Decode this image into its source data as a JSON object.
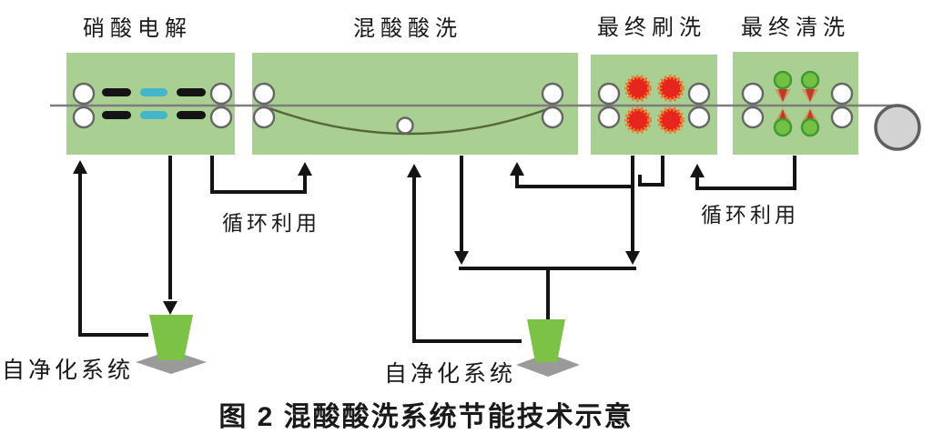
{
  "figure": {
    "caption": "图 2  混酸酸洗系统节能技术示意"
  },
  "stages": [
    {
      "label": "硝酸电解"
    },
    {
      "label": "混酸酸洗"
    },
    {
      "label": "最终刷洗"
    },
    {
      "label": "最终清洗"
    }
  ],
  "annotations": {
    "recycle_left": "循环利用",
    "recycle_right": "循环利用",
    "purification_left": "自净化系统",
    "purification_center": "自净化系统"
  },
  "icons": {
    "squeeze-roller-icon": "stacked white circle pair on strip line",
    "electrode-icon": "rounded black and cyan horizontal bars",
    "brush-roll-icon": "red circle with serrated orange rim",
    "spray-nozzle-icon": "green ringed circle with red spray fan",
    "tension-roller-icon": "small white circle under sagging strip",
    "coiler-icon": "large gray circle at strip end",
    "purification-funnel-icon": "green funnel on gray diamond base"
  },
  "colors": {
    "ink": "#1a1a1a",
    "arrow": "#141414",
    "tank-green": "#aacf92",
    "funnel-green": "#7cc247",
    "base-gray": "#9a9a9a",
    "gear-red": "#e6251d",
    "gear-spike": "#ef8030",
    "electrode-black": "#141414",
    "electrode-cyan": "#43b6c9",
    "nozzle-green": "#74c044",
    "nozzle-ring": "#3f9a2f",
    "spray-dark": "#c0392b",
    "spray-light": "#d08a52",
    "strip-gray": "#7d7d7d",
    "loop-olive": "#55663a",
    "roller-stroke": "#666666",
    "coiler-fill": "#d3d3d3",
    "coiler-stroke": "#5f5f5f",
    "page-bg": "#ffffff"
  }
}
